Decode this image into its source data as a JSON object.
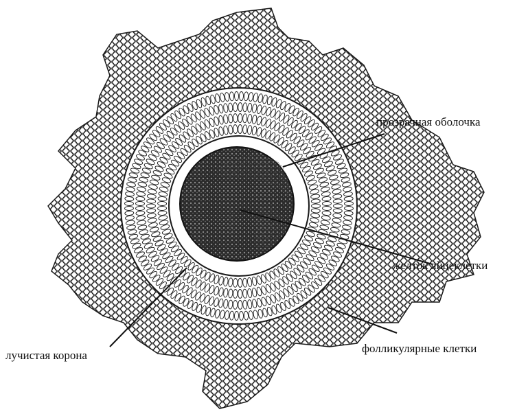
{
  "labels": {
    "zona_pellucida": "прозрачная оболочка",
    "yolk": "желток яйцеклетки",
    "corona_radiata": "лучистая корона",
    "follicular_cells": "фолликулярные клетки"
  },
  "colors": {
    "ink": "#111111",
    "background": "#ffffff",
    "cell_outline": "#1a1a1a"
  }
}
